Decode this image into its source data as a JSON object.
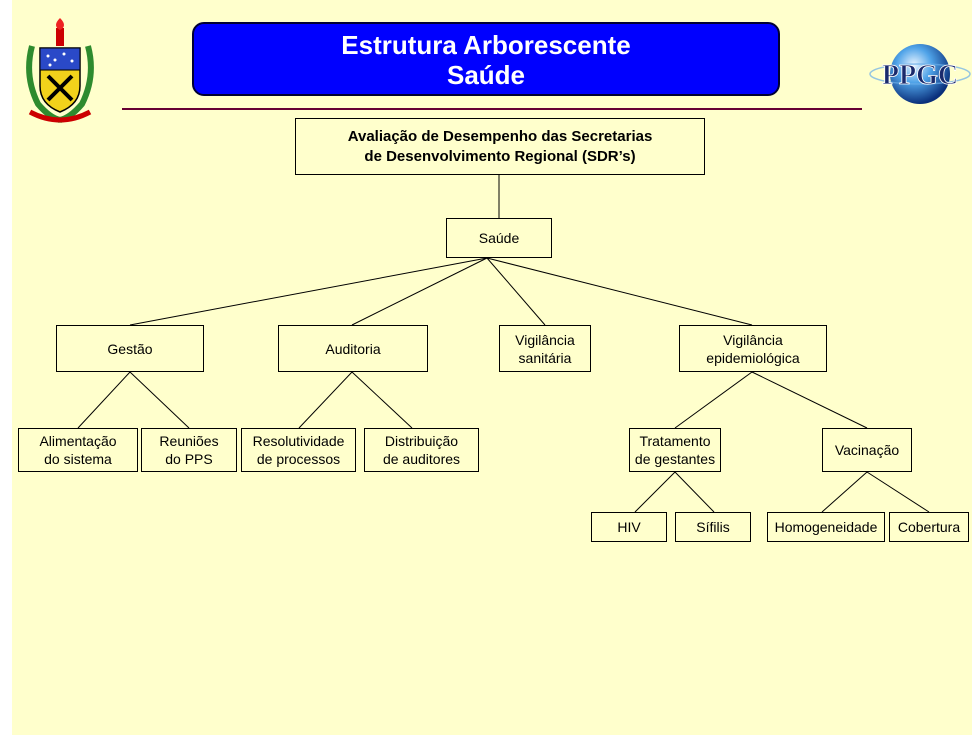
{
  "header": {
    "title_line1": "Estrutura Arborescente",
    "title_line2": "Saúde",
    "logo_text": "PPGC"
  },
  "tree": {
    "root": "Avaliação de Desempenho das Secretarias\nde Desenvolvimento Regional (SDR’s)",
    "saude": "Saúde",
    "gestao": "Gestão",
    "auditoria": "Auditoria",
    "vig_sanitaria": "Vigilância\nsanitária",
    "vig_epidemiologica": "Vigilância\nepidemiológica",
    "alimentacao": "Alimentação\ndo sistema",
    "reunioes": "Reuniões\ndo PPS",
    "resolutividade": "Resolutividade\nde processos",
    "distribuicao": "Distribuição\nde auditores",
    "tratamento": "Tratamento\nde gestantes",
    "vacinacao": "Vacinação",
    "hiv": "HIV",
    "sifilis": "Sífilis",
    "homogeneidade": "Homogeneidade",
    "cobertura": "Cobertura"
  },
  "colors": {
    "slide_background": "#ffffcc",
    "banner": "#0000ff",
    "divider": "#660033"
  }
}
